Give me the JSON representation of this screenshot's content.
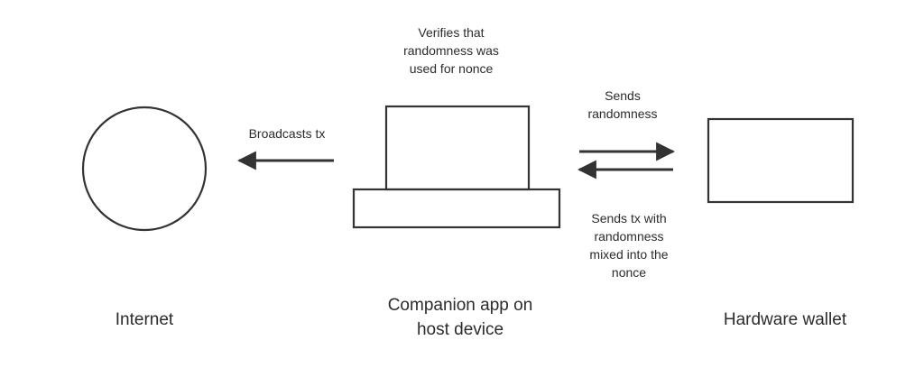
{
  "nodes": {
    "internet": {
      "label": "Internet"
    },
    "companion": {
      "label_lines": [
        "Companion app on",
        "host device"
      ]
    },
    "hardware": {
      "label": "Hardware wallet"
    }
  },
  "edges": {
    "verifies": {
      "lines": [
        "Verifies that",
        "randomness was",
        "used for nonce"
      ]
    },
    "broadcasts": {
      "label": "Broadcasts tx"
    },
    "sends_randomness": {
      "lines": [
        "Sends",
        "randomness"
      ]
    },
    "sends_tx": {
      "lines": [
        "Sends tx with",
        "randomness",
        "mixed into the",
        "nonce"
      ]
    }
  },
  "colors": {
    "stroke": "#333333",
    "text": "#2b2b2b",
    "background": "#ffffff"
  }
}
